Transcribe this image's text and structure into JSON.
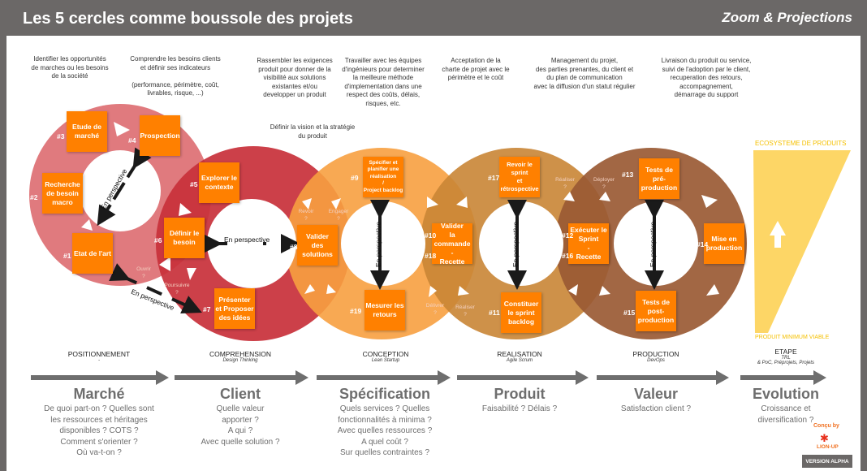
{
  "header": {
    "title": "Les 5 cercles comme boussole des projets",
    "subtitle": "Zoom & Projections"
  },
  "descriptions": [
    "Identifier les opportunités\nde marches ou les besoins\nde la société",
    "Comprendre les besoins clients\net définir ses indicateurs\n\n(performance, périmètre, coût,\nlivrables, risque, ...)",
    "Rassembler les exigences\nproduit pour donner de la\nvisibilité aux solutions\nexistantes et/ou\ndevelopper un produit",
    "Travailler avec les équipes\nd'ingénieurs pour determiner\nla meilleure méthode\nd'implementation dans une\nrespect des coûts, délais,\nrisques, etc.",
    "Acceptation de la\ncharte de projet avec le\npérimètre et le coût",
    "Management du projet,\ndes parties prenantes, du client et\ndu plan de communication\navec la diffusion d'un statut régulier",
    "Livraison du produit ou service,\nsuivi de l'adoption par le client,\nrecuperation des retours,\naccompagnement,\ndémarrage du support",
    "Définir la vision et la stratégie\ndu produit"
  ],
  "steps": [
    {
      "num": "#1",
      "label": "Etat de l'art"
    },
    {
      "num": "#2",
      "label": "Recherche\nde besoin\nmacro"
    },
    {
      "num": "#3",
      "label": "Etude de\nmarché"
    },
    {
      "num": "#4",
      "label": "Prospection"
    },
    {
      "num": "#5",
      "label": "Explorer le\ncontexte"
    },
    {
      "num": "#6",
      "label": "Définir le\nbesoin"
    },
    {
      "num": "#7",
      "label": "Présenter\net Proposer\ndes idées"
    },
    {
      "num": "#8",
      "label": "Valider\ndes\nsolutions"
    },
    {
      "num": "#9",
      "label": "Spécifier et\nplanifier une\nréalisation\n/\nProject backlog"
    },
    {
      "num": "#10",
      "num2": "#18",
      "label": "Valider\nla\ncommande\n-\nRecette"
    },
    {
      "num": "#11",
      "label": "Constituer\nle sprint\nbacklog"
    },
    {
      "num": "#12",
      "num2": "#16",
      "label": "Exécuter le\nSprint\n-\nRecette"
    },
    {
      "num": "#13",
      "label": "Tests de\npré-\nproduction"
    },
    {
      "num": "#14",
      "label": "Mise en\nproduction"
    },
    {
      "num": "#15",
      "label": "Tests de\npost-\nproduction"
    },
    {
      "num": "#17",
      "label": "Revoir le\nsprint\net\nrétrospective"
    },
    {
      "num": "#19",
      "label": "Mesurer les\nretours"
    }
  ],
  "transitions": [
    "Revoir\n?",
    "Engager\n?",
    "Délivrer\n?",
    "Réaliser\n?",
    "Réaliser\n?",
    "Déployer\n?",
    "Ouvrir\n?",
    "Poursuivre\n?"
  ],
  "perspective_label": "En perspective",
  "stages": [
    {
      "name": "POSITIONNEMENT",
      "method": "-",
      "title": "Marché",
      "questions": "De quoi part-on ? Quelles sont\nles ressources et héritages\ndisponibles  ? COTS ?\nComment s'orienter ?\nOù va-t-on ?"
    },
    {
      "name": "COMPREHENSION",
      "method": "Design Thinking",
      "title": "Client",
      "questions": "Quelle valeur\napporter ?\nA qui ?\nAvec quelle solution ?"
    },
    {
      "name": "CONCEPTION",
      "method": "Lean Startup",
      "title": "Spécification",
      "questions": "Quels services ? Quelles\nfonctionnalités à minima ?\nAvec quelles ressources ?\nA quel coût ?\nSur quelles contraintes ?"
    },
    {
      "name": "REALISATION",
      "method": "Agile Scrum",
      "title": "Produit",
      "questions": "Faisabilité ? Délais ?"
    },
    {
      "name": "PRODUCTION",
      "method": "DevOps",
      "title": "Valeur",
      "questions": "Satisfaction client ?"
    },
    {
      "name": "ETAPE",
      "method": "TRL\n& PoC, Préprojets,  Projets",
      "title": "Evolution",
      "questions": "Croissance  et diversification  ?"
    }
  ],
  "evolution": {
    "top": "ECOSYSTEME DE PRODUITS",
    "bottom": "PRODUIT MINIMUM VIABLE"
  },
  "footer": {
    "designed_by": "Conçu by",
    "brand": "LION-UP",
    "version": "VERSION  ALPHA"
  },
  "colors": {
    "marche": "#e07a7e",
    "client": "#c8303a",
    "specification": "#f7a040",
    "produit": "#c98535",
    "valeur": "#9a5a34",
    "box": "#ff8000",
    "evolution": "#fdd666"
  }
}
